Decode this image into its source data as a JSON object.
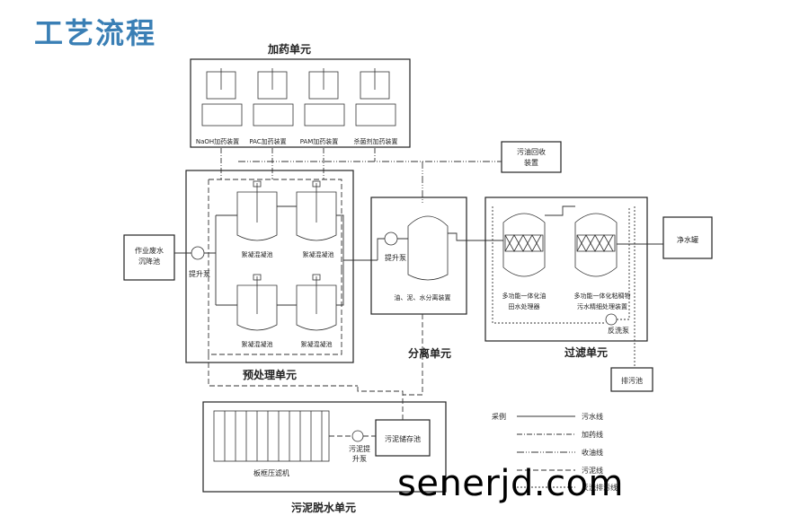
{
  "page_title": "工艺流程",
  "units": {
    "dosing": "加药单元",
    "pretreat": "预处理单元",
    "separation": "分离单元",
    "filtration": "过滤单元",
    "sludge": "污泥脱水单元"
  },
  "dosing_devices": [
    "NaOH加药装置",
    "PAC加药装置",
    "PAM加药装置",
    "杀菌剂加药装置"
  ],
  "oil_recovery": [
    "污油回收",
    "装置"
  ],
  "source_tank": [
    "作业废水",
    "沉降池"
  ],
  "lift_pump": "提升泵",
  "coag_tank": "絮凝混凝池",
  "separator": "油、泥、水分离装置",
  "filters": {
    "f1": [
      "多功能一体化油",
      "田水处理器"
    ],
    "f2": [
      "多功能一体化粘稠物",
      "污水精细处理装置"
    ]
  },
  "backwash_pump": "反洗泵",
  "clean_tank": "净水罐",
  "drain_tank": "排污池",
  "press": "板框压滤机",
  "sludge_pump": [
    "污泥提",
    "升泵"
  ],
  "sludge_tank": "污泥储存池",
  "legend": {
    "title": "采例",
    "items": [
      "污水线",
      "加药线",
      "收油线",
      "污泥线",
      "反洗排污线"
    ]
  },
  "watermark": "senerjd.com"
}
